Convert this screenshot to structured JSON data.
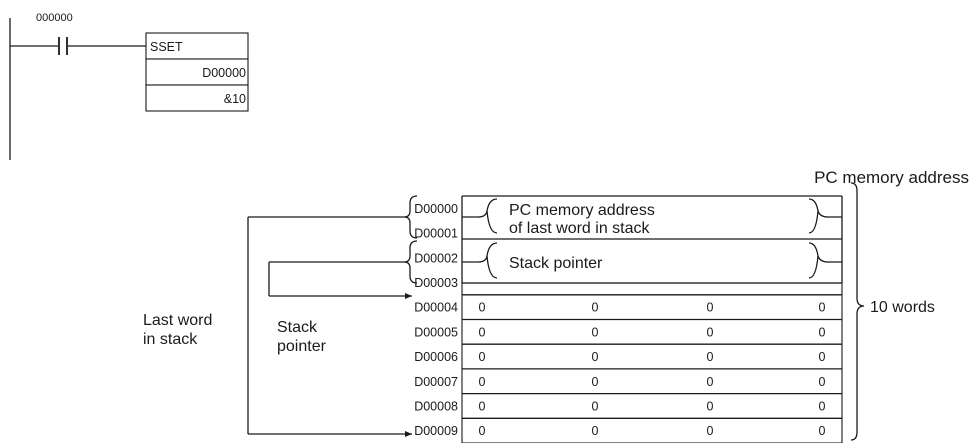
{
  "ladder": {
    "contact_address": "000000",
    "instruction": "SSET",
    "operand1": "D00000",
    "operand2": "&10"
  },
  "memory": {
    "header": "PC memory address",
    "addresses": [
      "D00000",
      "D00001",
      "D00002",
      "D00003",
      "D00004",
      "D00005",
      "D00006",
      "D00007",
      "D00008",
      "D00009"
    ],
    "last_word_address_line1": "PC memory address",
    "last_word_address_line2": "of last word in stack",
    "stack_pointer_label": "Stack pointer",
    "cell_value": "0",
    "words_label": "10 words"
  },
  "annotations": {
    "last_word_line1": "Last word",
    "last_word_line2": "in stack",
    "stack_pointer_line1": "Stack",
    "stack_pointer_line2": "pointer"
  }
}
